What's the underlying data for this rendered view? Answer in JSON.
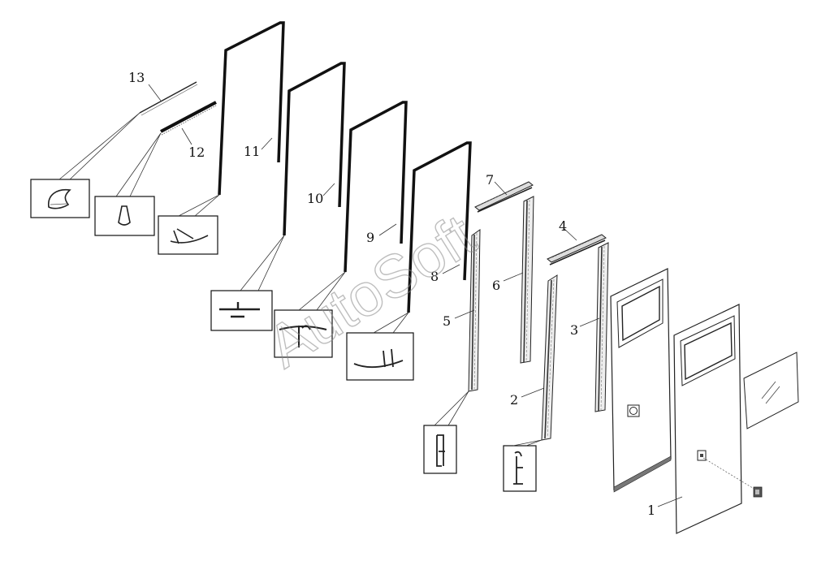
{
  "diagram": {
    "part_labels": [
      "1",
      "2",
      "3",
      "4",
      "5",
      "6",
      "7",
      "8",
      "9",
      "10",
      "11",
      "12",
      "13"
    ],
    "watermark": "AutoSoft"
  }
}
